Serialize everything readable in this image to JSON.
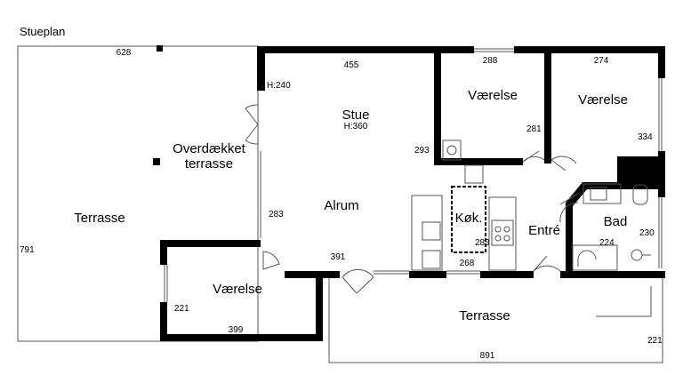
{
  "title": "Stueplan",
  "rooms": {
    "stue": "Stue",
    "stue_height": "H:360",
    "alrum": "Alrum",
    "vaerelse_1": "Værelse",
    "vaerelse_2": "Værelse",
    "vaerelse_3": "Værelse",
    "koekken": "Køk.",
    "entre": "Entré",
    "bad": "Bad",
    "terrasse_left": "Terrasse",
    "terrasse_bottom": "Terrasse",
    "overdaekket_line1": "Overdækket",
    "overdaekket_line2": "terrasse"
  },
  "dimensions": {
    "d628": "628",
    "d455": "455",
    "h240": "H:240",
    "d288": "288",
    "d274": "274",
    "d293": "293",
    "d281": "281",
    "d334": "334",
    "d283_left": "283",
    "d283_kitchen": "283",
    "d391": "391",
    "d268": "268",
    "d224": "224",
    "d230": "230",
    "d791": "791",
    "d221_left": "221",
    "d399": "399",
    "d891": "891",
    "d221_right": "221"
  },
  "colors": {
    "wall": "#000000",
    "thin_line": "#555555",
    "background": "#ffffff"
  }
}
